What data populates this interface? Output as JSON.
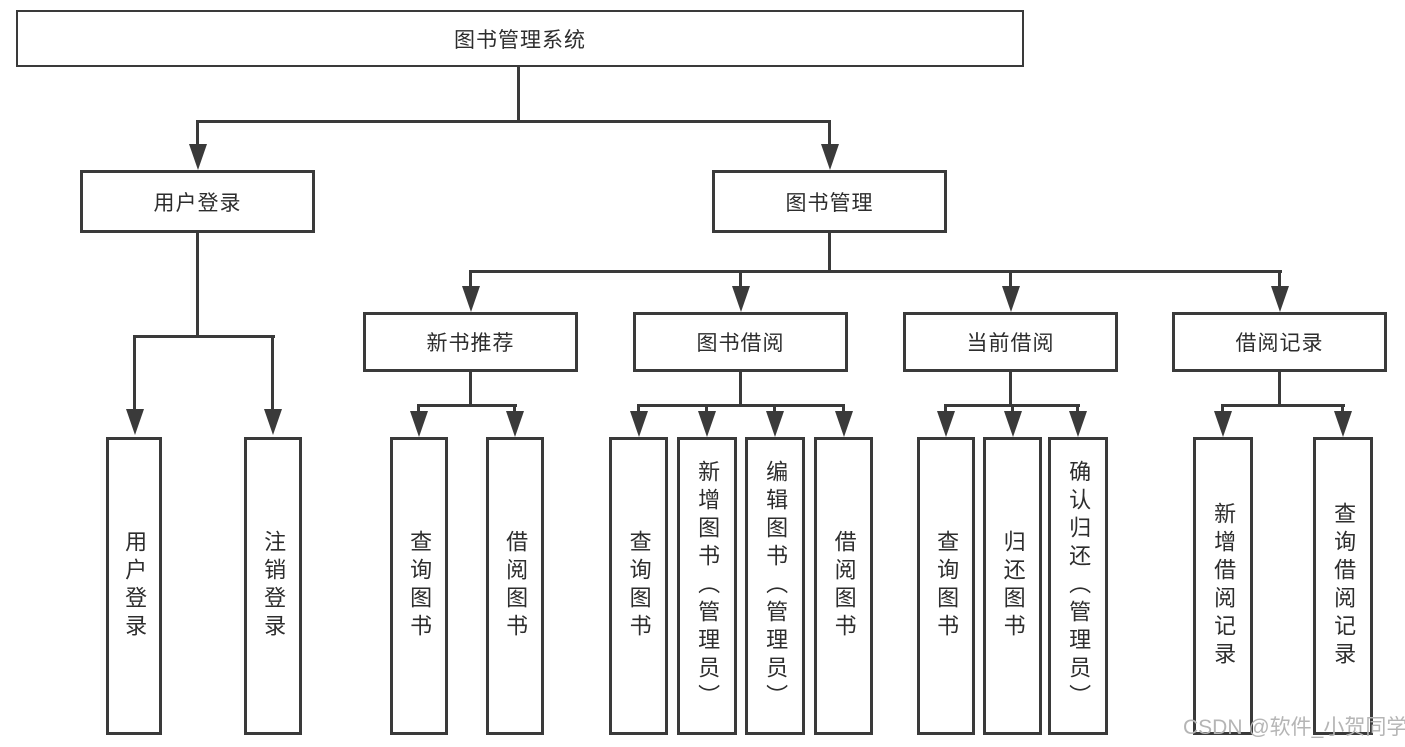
{
  "tree": {
    "root": "图书管理系统",
    "branches": [
      {
        "label": "用户登录",
        "leaves": [
          "用户登录",
          "注销登录"
        ]
      },
      {
        "label": "图书管理",
        "groups": [
          {
            "label": "新书推荐",
            "leaves": [
              "查询图书",
              "借阅图书"
            ]
          },
          {
            "label": "图书借阅",
            "leaves": [
              "查询图书",
              "新增图书（管理员）",
              "编辑图书（管理员）",
              "借阅图书"
            ]
          },
          {
            "label": "当前借阅",
            "leaves": [
              "查询图书",
              "归还图书",
              "确认归还（管理员）"
            ]
          },
          {
            "label": "借阅记录",
            "leaves": [
              "新增借阅记录",
              "查询借阅记录"
            ]
          }
        ]
      }
    ]
  },
  "watermark": "CSDN @软件_小贺同学",
  "colors": {
    "line": "#3a3a3a",
    "text": "#2d2d2d",
    "watermark": "#b5b5b5",
    "bg": "#ffffff"
  }
}
